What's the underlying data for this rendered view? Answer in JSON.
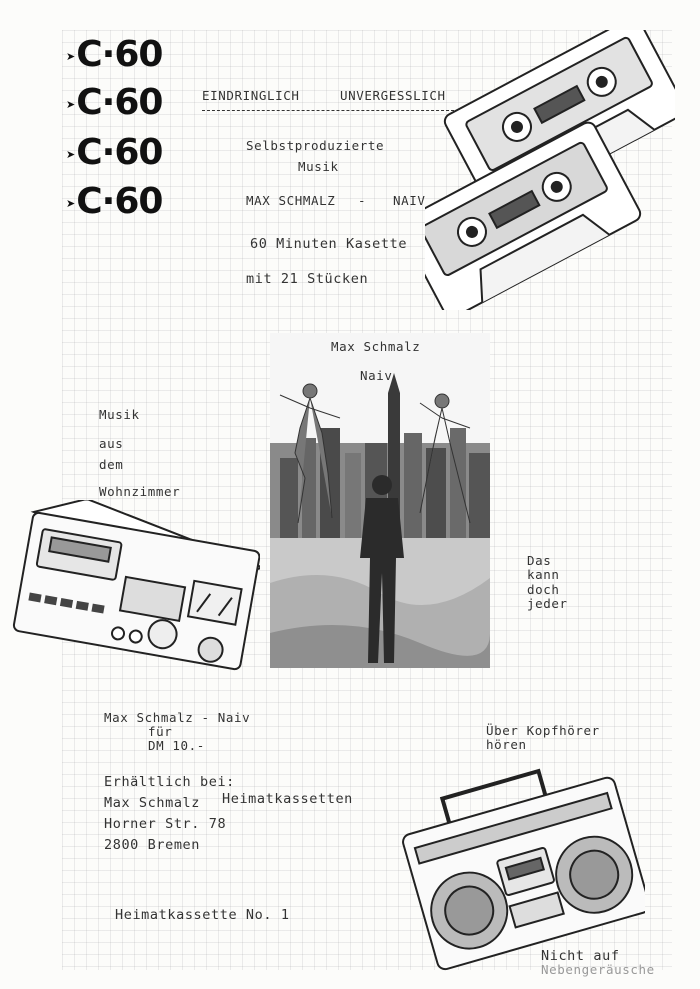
{
  "c60": {
    "label": "C·60"
  },
  "header": {
    "left": "EINDRINGLICH",
    "right": "UNVERGESSLICH"
  },
  "intro": {
    "line1": "Selbstproduzierte",
    "line2": "Musik",
    "artist": "MAX SCHMALZ",
    "dash": "-",
    "album": "NAIV",
    "line4": "60 Minuten Kasette",
    "line5": "mit 21 Stücken"
  },
  "photo": {
    "title": "Max Schmalz",
    "subtitle": "Naiv"
  },
  "left_text": [
    "Musik",
    "aus",
    "dem",
    "Wohnzimmer"
  ],
  "right_text": [
    "Das",
    "kann",
    "doch",
    "jeder"
  ],
  "price": {
    "line1": "Max Schmalz - Naiv",
    "line2": "für",
    "line3": "DM 10.-"
  },
  "headphones": {
    "line1": "Über Kopfhörer",
    "line2": "hören"
  },
  "address": {
    "line1": "Erhältlich bei:",
    "line2a": "Max Schmalz",
    "line2b": "Heimatkassetten",
    "line3": "Horner Str. 78",
    "line4": "2800 Bremen"
  },
  "footer": {
    "label": "Heimatkassette No. 1"
  },
  "nicht": {
    "line1": "Nicht auf",
    "line2": "Nebengeräusche"
  }
}
